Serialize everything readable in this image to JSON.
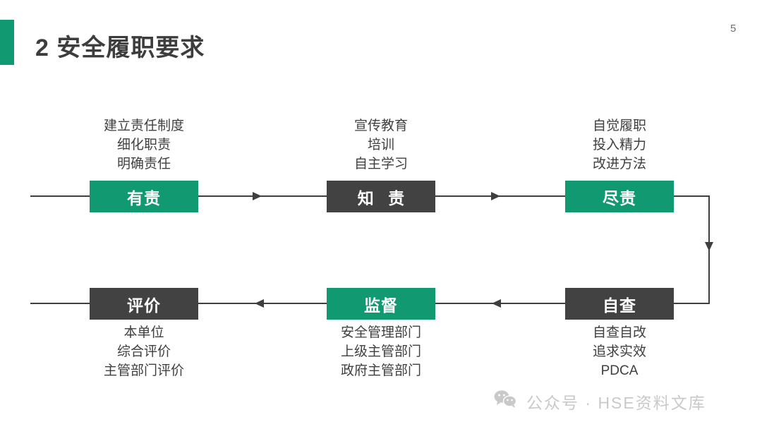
{
  "header": {
    "title": "2 安全履职要求",
    "page_number": "5",
    "accent_color": "#119a72"
  },
  "colors": {
    "green": "#119a72",
    "dark": "#424242",
    "text": "#3f3f3f",
    "watermark": "#c9c9c9"
  },
  "flow": {
    "top_row": [
      {
        "box_label": "有责",
        "box_style": "green",
        "caption": [
          "建立责任制度",
          "细化职责",
          "明确责任"
        ]
      },
      {
        "box_label": "知 责",
        "box_style": "dark",
        "caption": [
          "宣传教育",
          "培训",
          "自主学习"
        ]
      },
      {
        "box_label": "尽责",
        "box_style": "green",
        "caption": [
          "自觉履职",
          "投入精力",
          "改进方法"
        ]
      }
    ],
    "bottom_row": [
      {
        "box_label": "评价",
        "box_style": "dark",
        "caption": [
          "本单位",
          "综合评价",
          "主管部门评价"
        ]
      },
      {
        "box_label": "监督",
        "box_style": "green",
        "caption": [
          "安全管理部门",
          "上级主管部门",
          "政府主管部门"
        ]
      },
      {
        "box_label": "自查",
        "box_style": "dark",
        "caption": [
          "自查自改",
          "追求实效",
          "PDCA"
        ]
      }
    ]
  },
  "footer": {
    "watermark_text": "公众号 · HSE资料文库",
    "watermark_icon": "wechat-icon"
  }
}
